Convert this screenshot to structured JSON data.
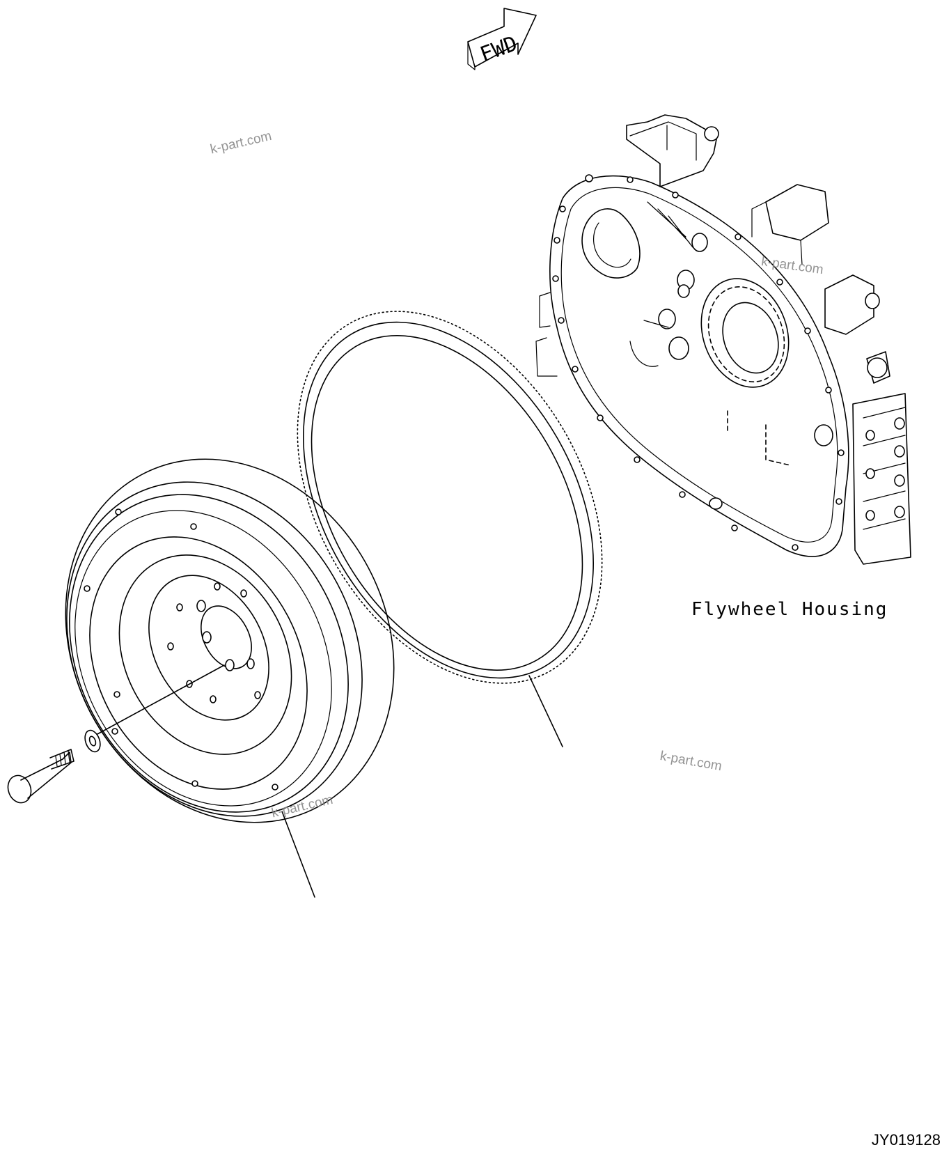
{
  "labels": {
    "fwd_arrow": "FWD",
    "flywheel_housing": "Flywheel Housing",
    "drawing_id": "JY019128"
  },
  "watermarks": [
    "k-part.com",
    "k-part.com",
    "k-part.com",
    "k-part.com"
  ],
  "icons": {
    "direction": "fwd-arrow-icon"
  },
  "colors": {
    "line": "#000000",
    "background": "#ffffff",
    "watermark": "#888888"
  }
}
